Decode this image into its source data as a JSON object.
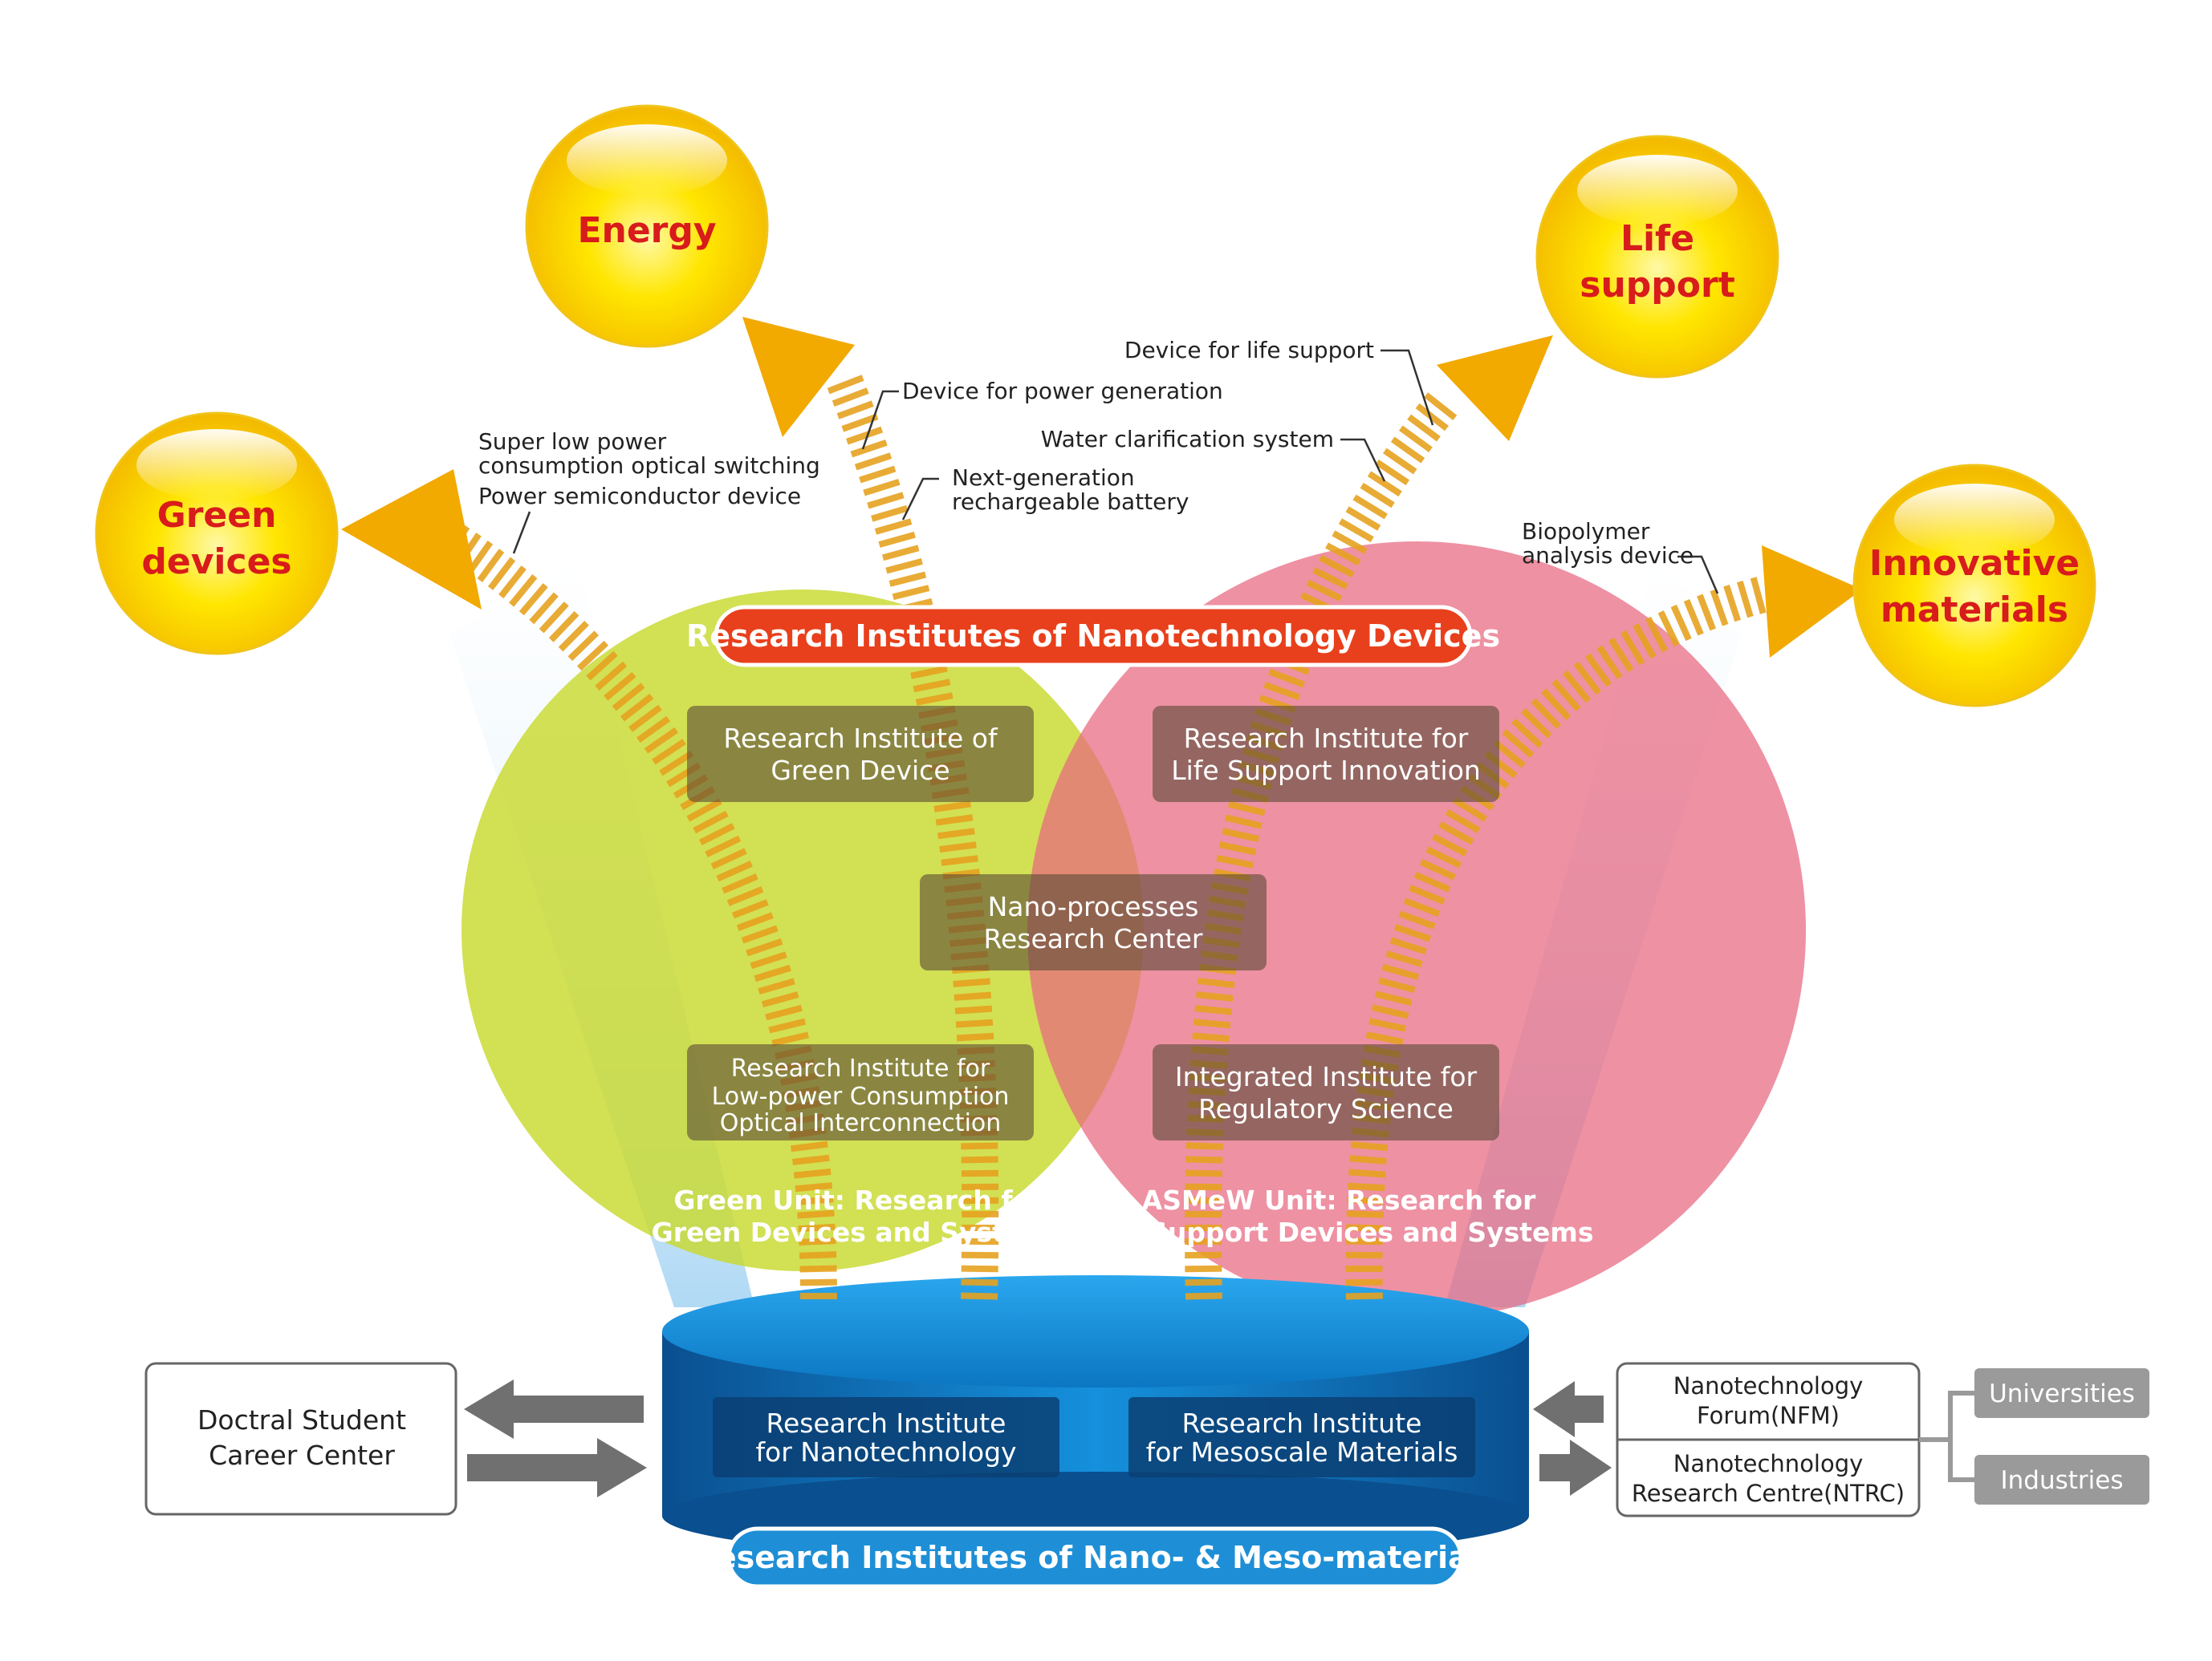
{
  "goals": {
    "green_devices": [
      "Green",
      "devices"
    ],
    "energy": [
      "Energy"
    ],
    "life_support": [
      "Life",
      "support"
    ],
    "innovative_materials": [
      "Innovative",
      "materials"
    ]
  },
  "annotations": {
    "optical_switching": [
      "Super low power",
      "consumption optical switching"
    ],
    "power_semiconductor": "Power semiconductor device",
    "power_generation": "Device for power generation",
    "battery": [
      "Next-generation",
      "rechargeable battery"
    ],
    "life_support_device": "Device for life support",
    "water_clarification": "Water clarification system",
    "biopolymer": [
      "Biopolymer",
      "analysis device"
    ]
  },
  "devices_banner": "Research Institutes of Nanotechnology Devices",
  "institutes": {
    "green_device": [
      "Research Institute of",
      "Green Device"
    ],
    "life_support_innovation": [
      "Research Institute for",
      "Life Support Innovation"
    ],
    "nano_processes": [
      "Nano-processes",
      "Research Center"
    ],
    "optical_interconnection": [
      "Research Institute for",
      "Low-power Consumption",
      "Optical Interconnection"
    ],
    "regulatory_science": [
      "Integrated Institute for",
      "Regulatory Science"
    ]
  },
  "units": {
    "green": [
      "Green Unit: Research for",
      "Green Devices and Systems"
    ],
    "asmew": [
      "ASMeW Unit: Research for",
      "Life Support Devices and Systems"
    ]
  },
  "base": {
    "nanotechnology": [
      "Research Institute",
      "for Nanotechnology"
    ],
    "mesoscale": [
      "Research Institute",
      "for Mesoscale Materials"
    ],
    "banner": "Research Institutes of Nano- & Meso-materials"
  },
  "career_center": [
    "Doctral Student",
    "Career Center"
  ],
  "forum": {
    "nfm": [
      "Nanotechnology",
      "Forum(NFM)"
    ],
    "ntrc": [
      "Nanotechnology",
      "Research Centre(NTRC)"
    ]
  },
  "partners": {
    "universities": "Universities",
    "industries": "Industries"
  },
  "colors": {
    "green_circle": "#c8d92e",
    "pink_circle": "#e8677f",
    "orange_stripe": "#f5a623",
    "devices_banner": "#e8401c",
    "base_blue": "#0b76c2",
    "banner_blue": "#1e8fd6",
    "orb_yellow": "#ffe600",
    "label_red": "#d81b1b",
    "gray": "#9a9a9a"
  }
}
